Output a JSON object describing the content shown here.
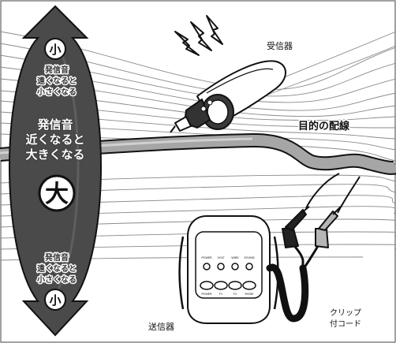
{
  "labels": {
    "receiver": "受信器",
    "target_wire": "目的の配線",
    "transmitter": "送信器",
    "clip_cord_line1": "クリップ",
    "clip_cord_line2": "付コード"
  },
  "arrow": {
    "small_top": "小",
    "small_bottom": "小",
    "big": "大",
    "far_top": [
      "発信音",
      "遠くなると",
      "小さくなる"
    ],
    "near": [
      "発信音",
      "近くなると",
      "大きくなる"
    ],
    "far_bottom": [
      "発信音",
      "遠くなると",
      "小さくなる"
    ]
  },
  "transmitter_panel": {
    "indicators": [
      "POWER",
      "VOLT",
      "WIRE",
      "SOUND"
    ],
    "buttons": [
      "POWER",
      "F1",
      "F2",
      "MODE"
    ]
  },
  "colors": {
    "arrow_fill": "#4a4a4a",
    "wire_fill": "#a6a6a6",
    "line": "#111111"
  }
}
